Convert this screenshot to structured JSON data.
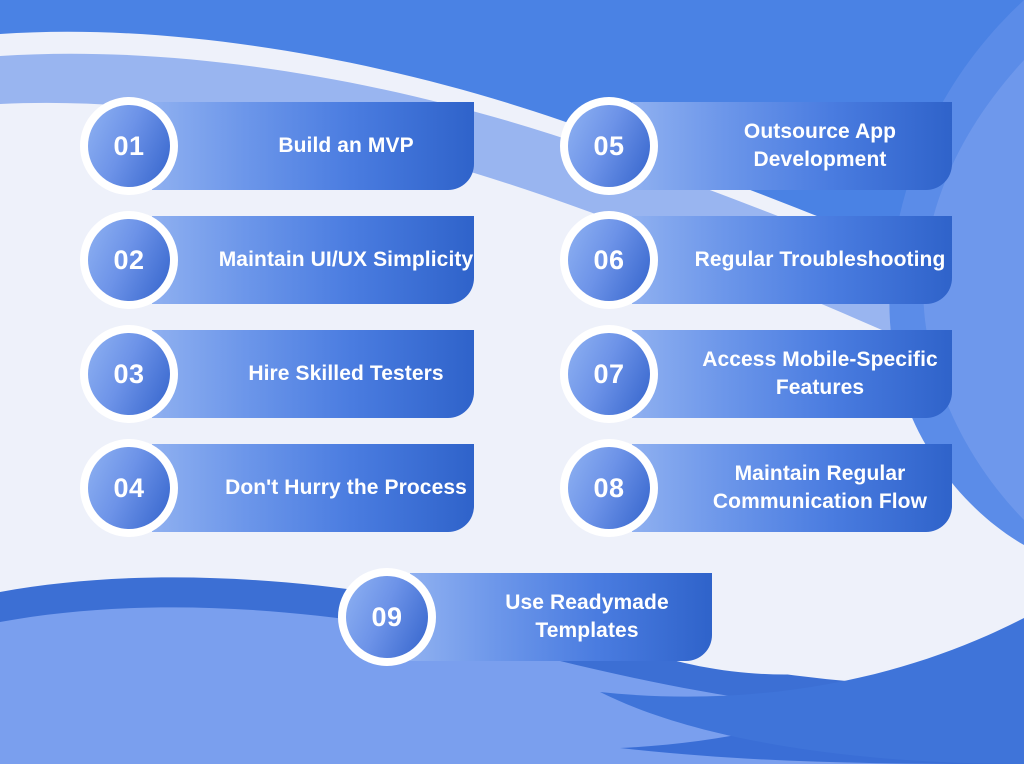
{
  "infographic": {
    "background_color": "#eef1fa",
    "wave_top_dark": "#4a82e4",
    "wave_top_light": "#93b1ef",
    "wave_bottom_dark": "#3c6fd4",
    "wave_bottom_light": "#7a9fee",
    "card_gradient_start": "#8fb0f0",
    "card_gradient_end": "#2f63ca",
    "badge_gradient_start": "#8fb2f2",
    "badge_gradient_end": "#3464cc",
    "ring_color": "#ffffff",
    "text_color": "#ffffff"
  },
  "items": [
    {
      "number": "01",
      "label": "Build an MVP"
    },
    {
      "number": "02",
      "label": "Maintain UI/UX Simplicity"
    },
    {
      "number": "03",
      "label": "Hire Skilled Testers"
    },
    {
      "number": "04",
      "label": "Don't Hurry the Process"
    },
    {
      "number": "05",
      "label": "Outsource App Development"
    },
    {
      "number": "06",
      "label": "Regular Troubleshooting"
    },
    {
      "number": "07",
      "label": "Access Mobile-Specific Features"
    },
    {
      "number": "08",
      "label": "Maintain Regular Communication Flow"
    },
    {
      "number": "09",
      "label": "Use Readymade Templates"
    }
  ]
}
